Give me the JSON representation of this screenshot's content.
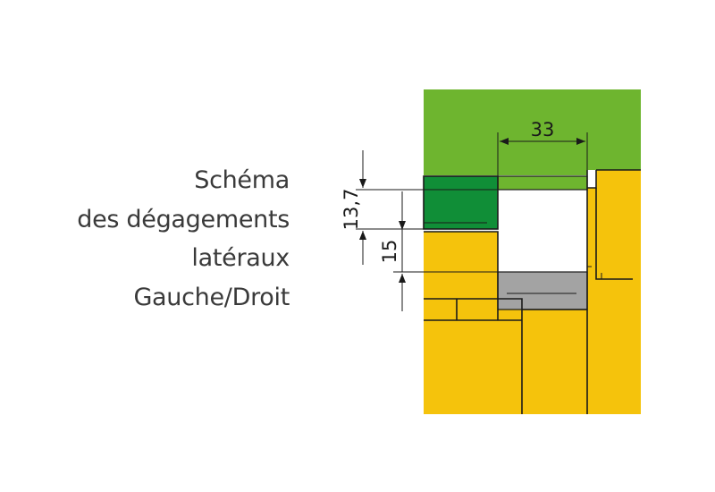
{
  "title": {
    "lines": [
      "Schéma",
      "des dégagements",
      "latéraux",
      "Gauche/Droit"
    ]
  },
  "dimensions": {
    "width_top": "33",
    "height_upper": "13,7",
    "height_lower": "15"
  },
  "colors": {
    "light_green": "#6eb52f",
    "dark_green": "#108e37",
    "yellow": "#f5c30c",
    "gray": "#a3a3a3",
    "outline": "#1a1a1a",
    "text": "#3a3a3a"
  }
}
